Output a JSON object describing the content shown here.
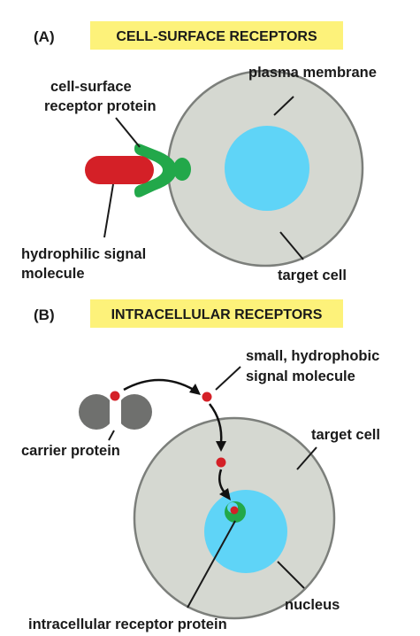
{
  "panel_a": {
    "letter": "(A)",
    "title": "CELL-SURFACE RECEPTORS",
    "labels": {
      "receptor_line1": "cell-surface",
      "receptor_line2": "receptor protein",
      "membrane": "plasma membrane",
      "signal_line1": "hydrophilic signal",
      "signal_line2": "molecule",
      "target": "target cell"
    }
  },
  "panel_b": {
    "letter": "(B)",
    "title": "INTRACELLULAR RECEPTORS",
    "labels": {
      "small_line1": "small, hydrophobic",
      "small_line2": "signal molecule",
      "carrier": "carrier protein",
      "target": "target cell",
      "nucleus": "nucleus",
      "receptor": "intracellular receptor protein"
    }
  },
  "colors": {
    "title_highlight": "#fdf27a",
    "cell_fill": "#d5d8d1",
    "cell_stroke": "#7c7f7b",
    "nucleus": "#5fd4f7",
    "receptor_green": "#22a84a",
    "signal_red": "#d42027",
    "carrier_gray": "#6f706e"
  }
}
